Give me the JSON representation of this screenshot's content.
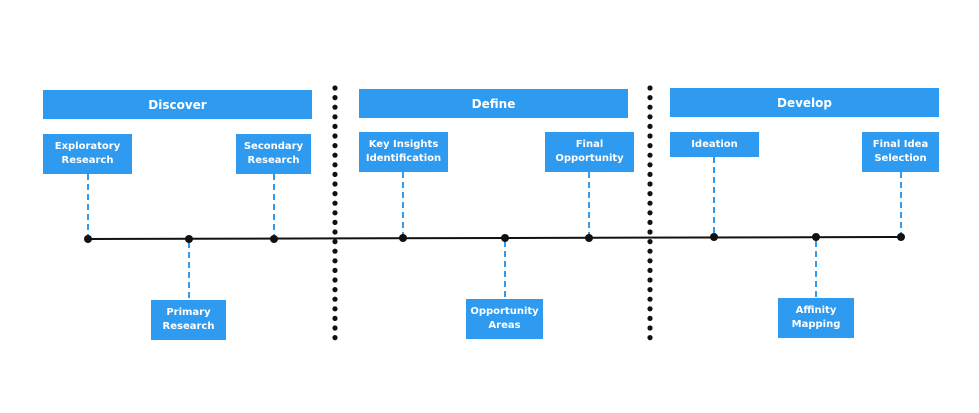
{
  "diagram": {
    "accent_color": "#2f9bf0",
    "line_color": "#111111",
    "phases": [
      {
        "label": "Discover"
      },
      {
        "label": "Define"
      },
      {
        "label": "Develop"
      }
    ],
    "steps": [
      {
        "label": "Exploratory\nResearch"
      },
      {
        "label": "Secondary\nResearch"
      },
      {
        "label": "Primary\nResearch"
      },
      {
        "label": "Key Insights\nIdentification"
      },
      {
        "label": "Final\nOpportunity"
      },
      {
        "label": "Opportunity\nAreas"
      },
      {
        "label": "Ideation"
      },
      {
        "label": "Final Idea\nSelection"
      },
      {
        "label": "Affinity\nMapping"
      }
    ]
  }
}
